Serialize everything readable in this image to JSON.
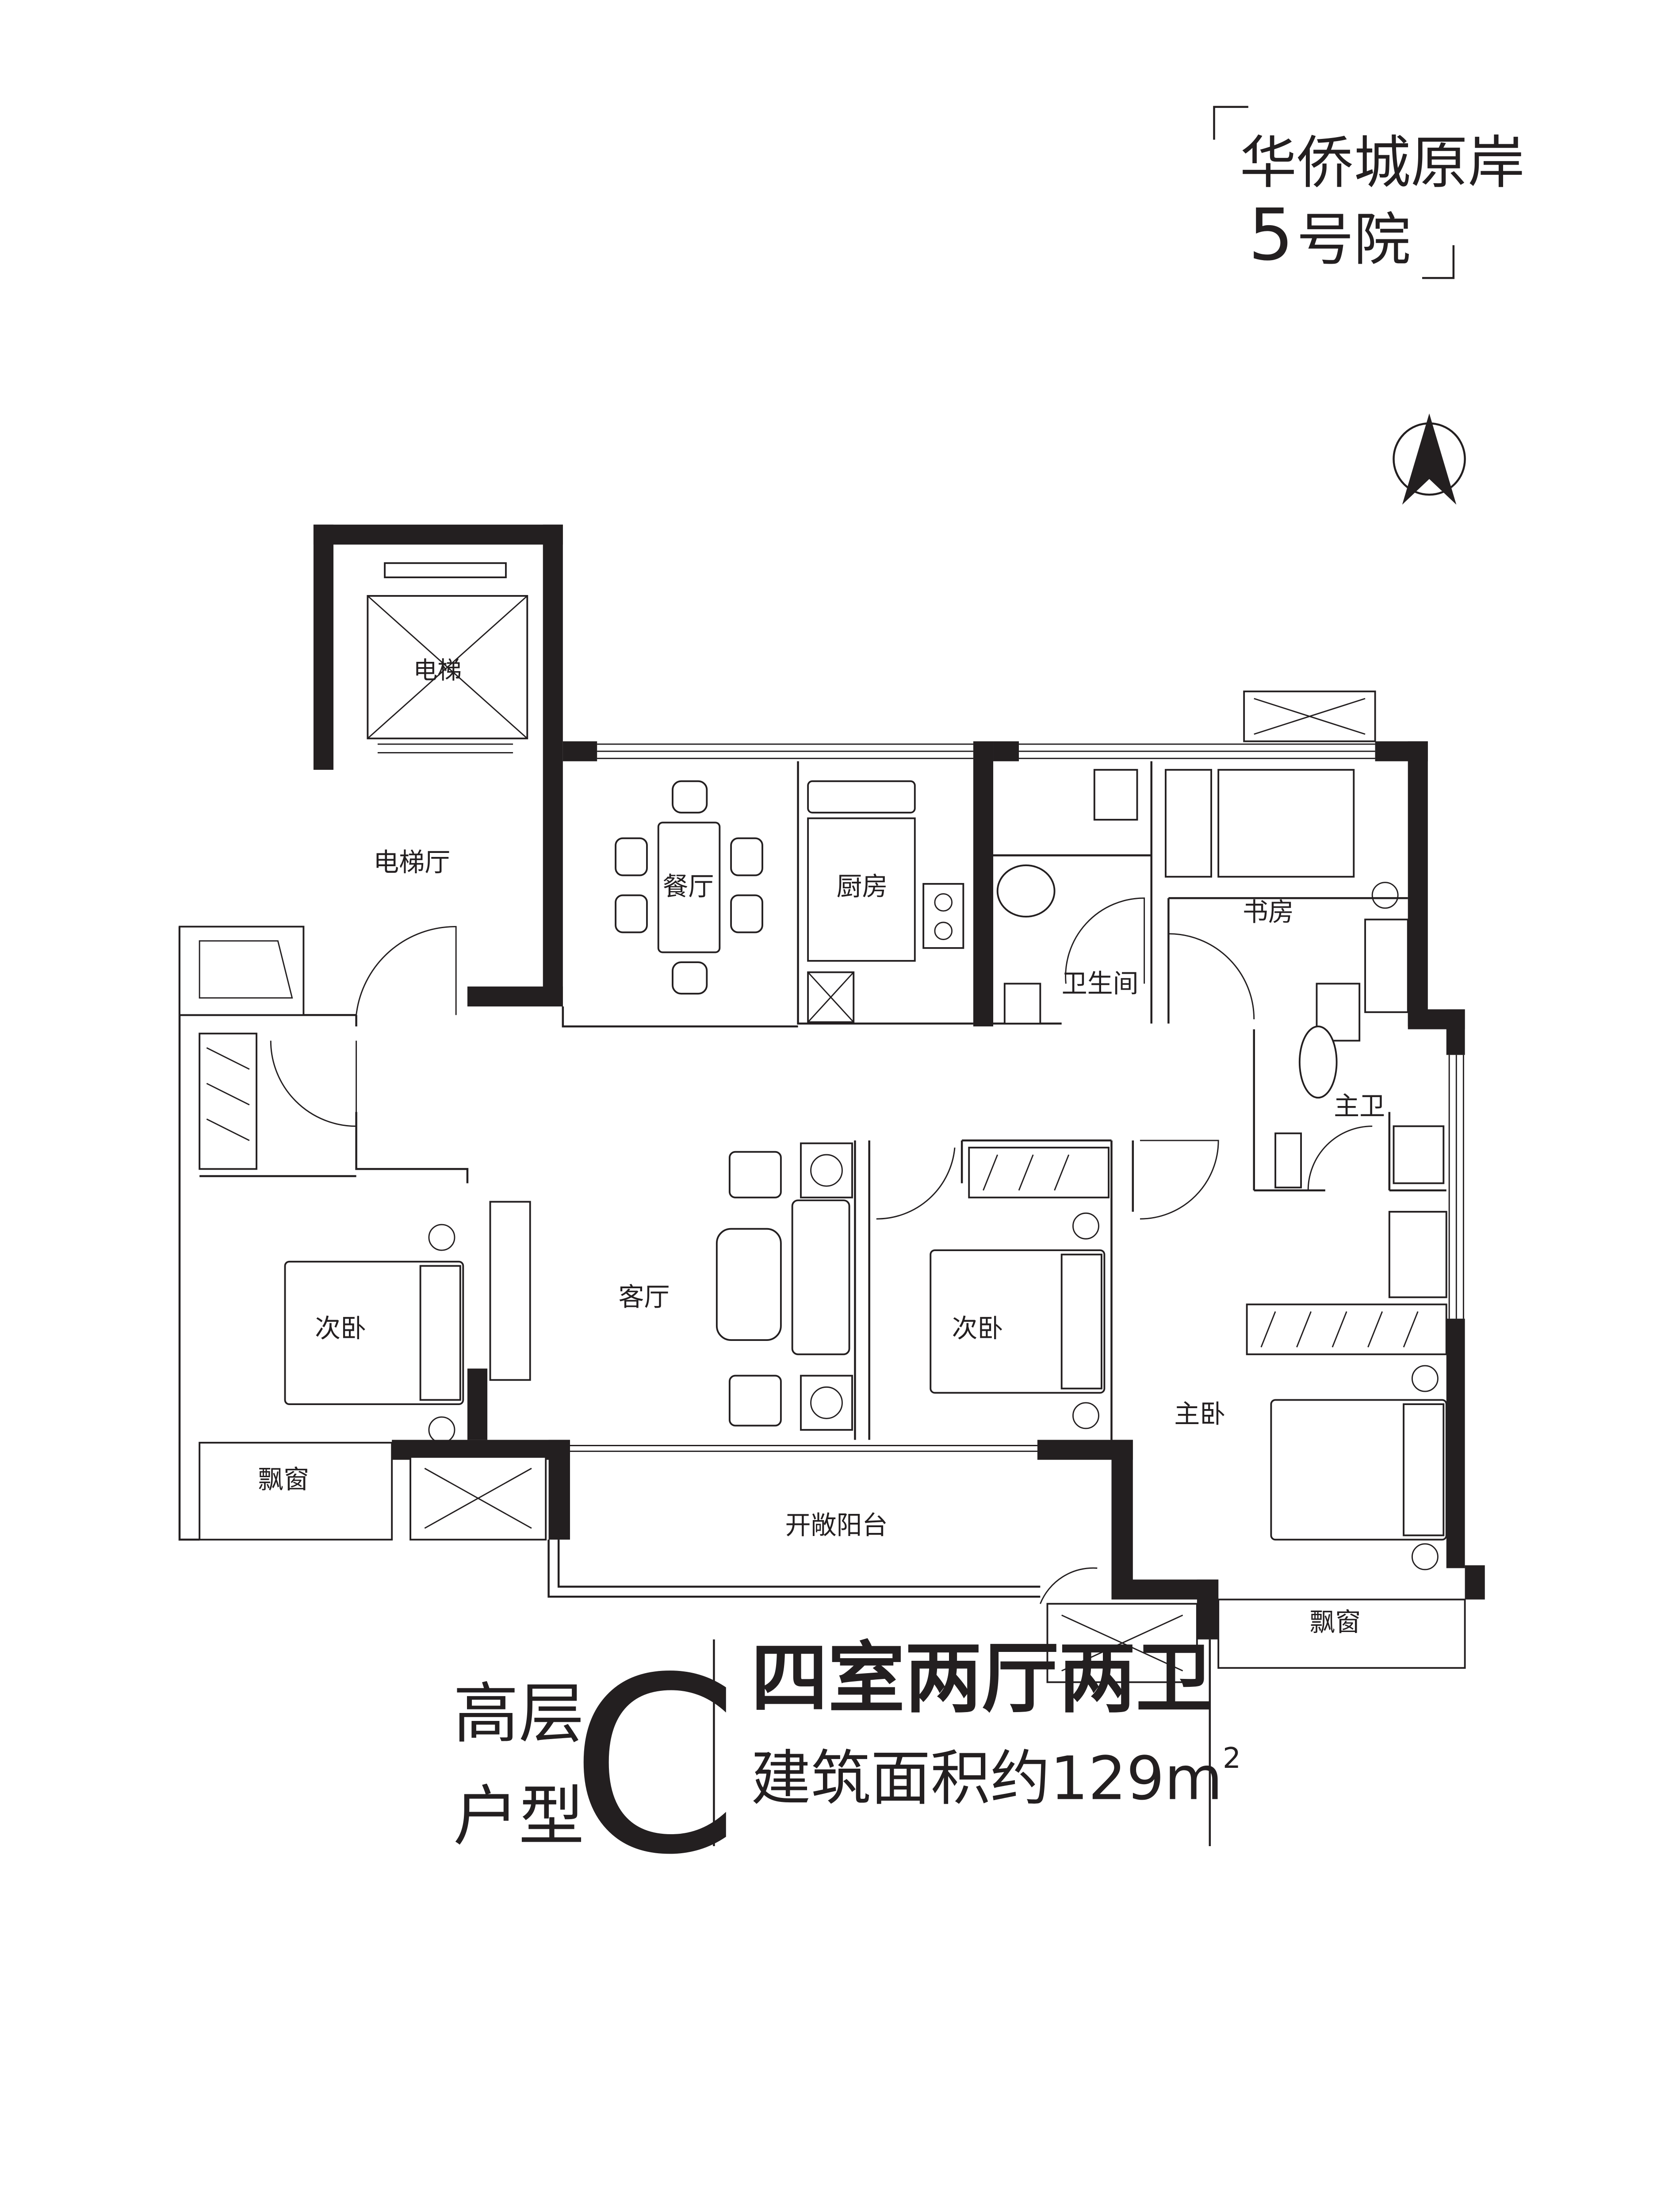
{
  "header": {
    "project_name": "华侨城原岸",
    "courtyard_number": "5",
    "courtyard_suffix": "号院"
  },
  "compass": {
    "icon": "north-arrow-icon"
  },
  "rooms": {
    "elevator": "电梯",
    "elevator_hall": "电梯厅",
    "dining": "餐厅",
    "kitchen": "厨房",
    "bathroom": "卫生间",
    "study": "书房",
    "master_bath": "主卫",
    "living": "客厅",
    "bedroom_left": "次卧",
    "bedroom_center": "次卧",
    "master_bedroom": "主卧",
    "bay_window_left": "飘窗",
    "balcony": "开敞阳台",
    "bay_window_right": "飘窗"
  },
  "footer": {
    "tier_line1": "高层",
    "tier_line2": "户型",
    "unit_type": "C",
    "layout": "四室两厅两卫",
    "area_label": "建筑面积约129m",
    "area_superscript": "2"
  },
  "colors": {
    "ink": "#231f20",
    "background": "#ffffff"
  }
}
